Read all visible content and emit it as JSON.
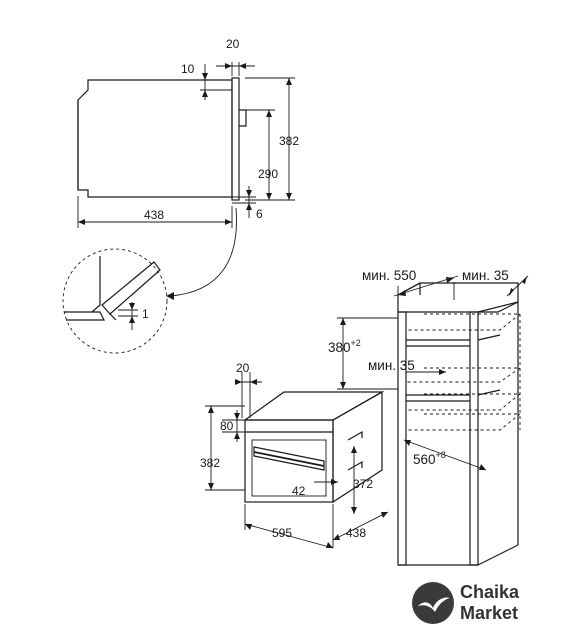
{
  "side_view": {
    "dim_top_gap": "20",
    "dim_lip": "10",
    "dim_height": "382",
    "dim_inner_height": "290",
    "dim_depth": "438",
    "dim_bottom_gap": "6"
  },
  "detail": {
    "dim_gap": "1"
  },
  "cabinet": {
    "min_width_label": "мин. 550",
    "min_side_label": "мин. 35",
    "min_back_label": "мин. 35",
    "niche_height_label": "380",
    "niche_height_tolerance": "+2",
    "depth_label": "560",
    "depth_tolerance": "+8"
  },
  "oven_front": {
    "dim_top_gap": "20",
    "dim_panel": "80",
    "dim_height": "382",
    "dim_inner_height": "372",
    "dim_handle_offset": "42",
    "dim_width": "595",
    "dim_depth": "438"
  },
  "brand": {
    "line1": "Chaika",
    "line2": "Market",
    "icon": "seagull-logo-icon"
  }
}
